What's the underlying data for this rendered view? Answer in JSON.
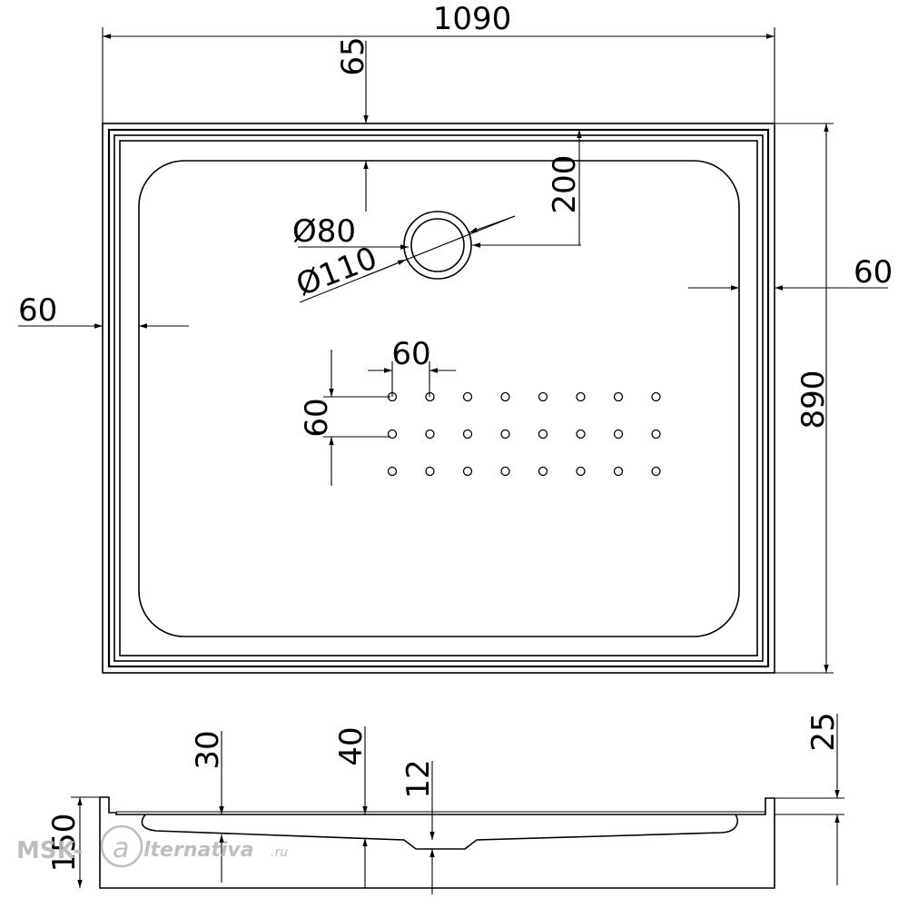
{
  "plan_view": {
    "overall_width": "1090",
    "overall_depth": "890",
    "drain_offset_top": "65",
    "drain_offset_right": "200",
    "drain_inner_diameter": "Ø80",
    "drain_outer_diameter": "Ø110",
    "rim_left": "60",
    "rim_right": "60",
    "dot_spacing_x": "60",
    "dot_spacing_y": "60",
    "dot_grid": {
      "rows": 3,
      "cols": 8
    }
  },
  "section_view": {
    "total_height": "150",
    "dim_30": "30",
    "dim_40": "40",
    "dim_12": "12",
    "dim_25": "25"
  },
  "watermark": {
    "brand_left": "MSK-",
    "brand_right": "lternativa",
    "domain": ".ru"
  },
  "colors": {
    "line": "#000000",
    "background": "#ffffff",
    "watermark": "#b8b8b8"
  }
}
